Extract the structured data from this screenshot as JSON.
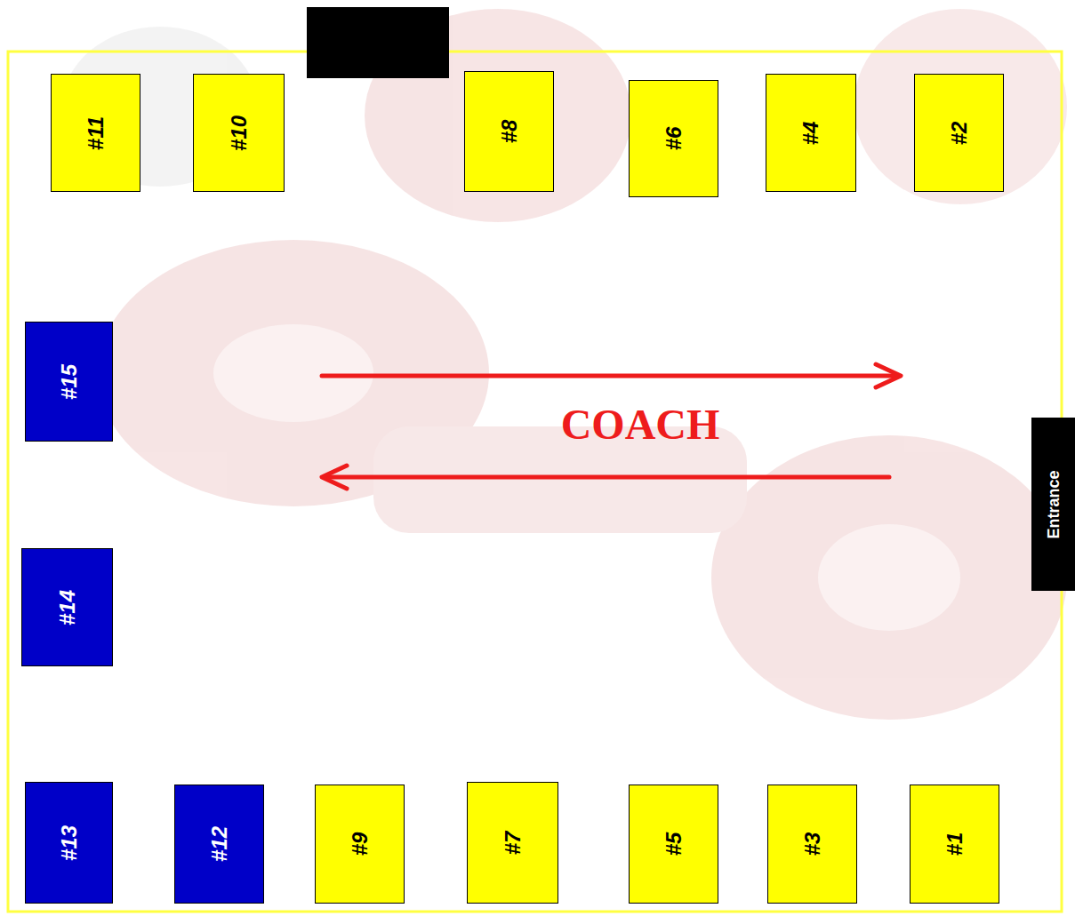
{
  "diagram": {
    "nodes": [
      {
        "text": [
          "#11"
        ]
      },
      {
        "text": [
          "#10"
        ]
      },
      {
        "text": [
          "#8"
        ]
      },
      {
        "text": [
          "#6"
        ]
      },
      {
        "text": [
          "#4"
        ]
      },
      {
        "text": [
          "#2"
        ]
      },
      {
        "text": [
          "#15"
        ]
      },
      {
        "text": [
          "Entrance"
        ]
      },
      {
        "text": [
          "#14"
        ]
      },
      {
        "text": [
          "#13"
        ]
      },
      {
        "text": [
          "#12"
        ]
      },
      {
        "text": [
          "#9"
        ]
      },
      {
        "text": [
          "#7"
        ]
      },
      {
        "text": [
          "#5"
        ]
      },
      {
        "text": [
          "#3"
        ]
      },
      {
        "text": [
          "#1"
        ]
      }
    ],
    "labels": [
      "COACH"
    ]
  }
}
